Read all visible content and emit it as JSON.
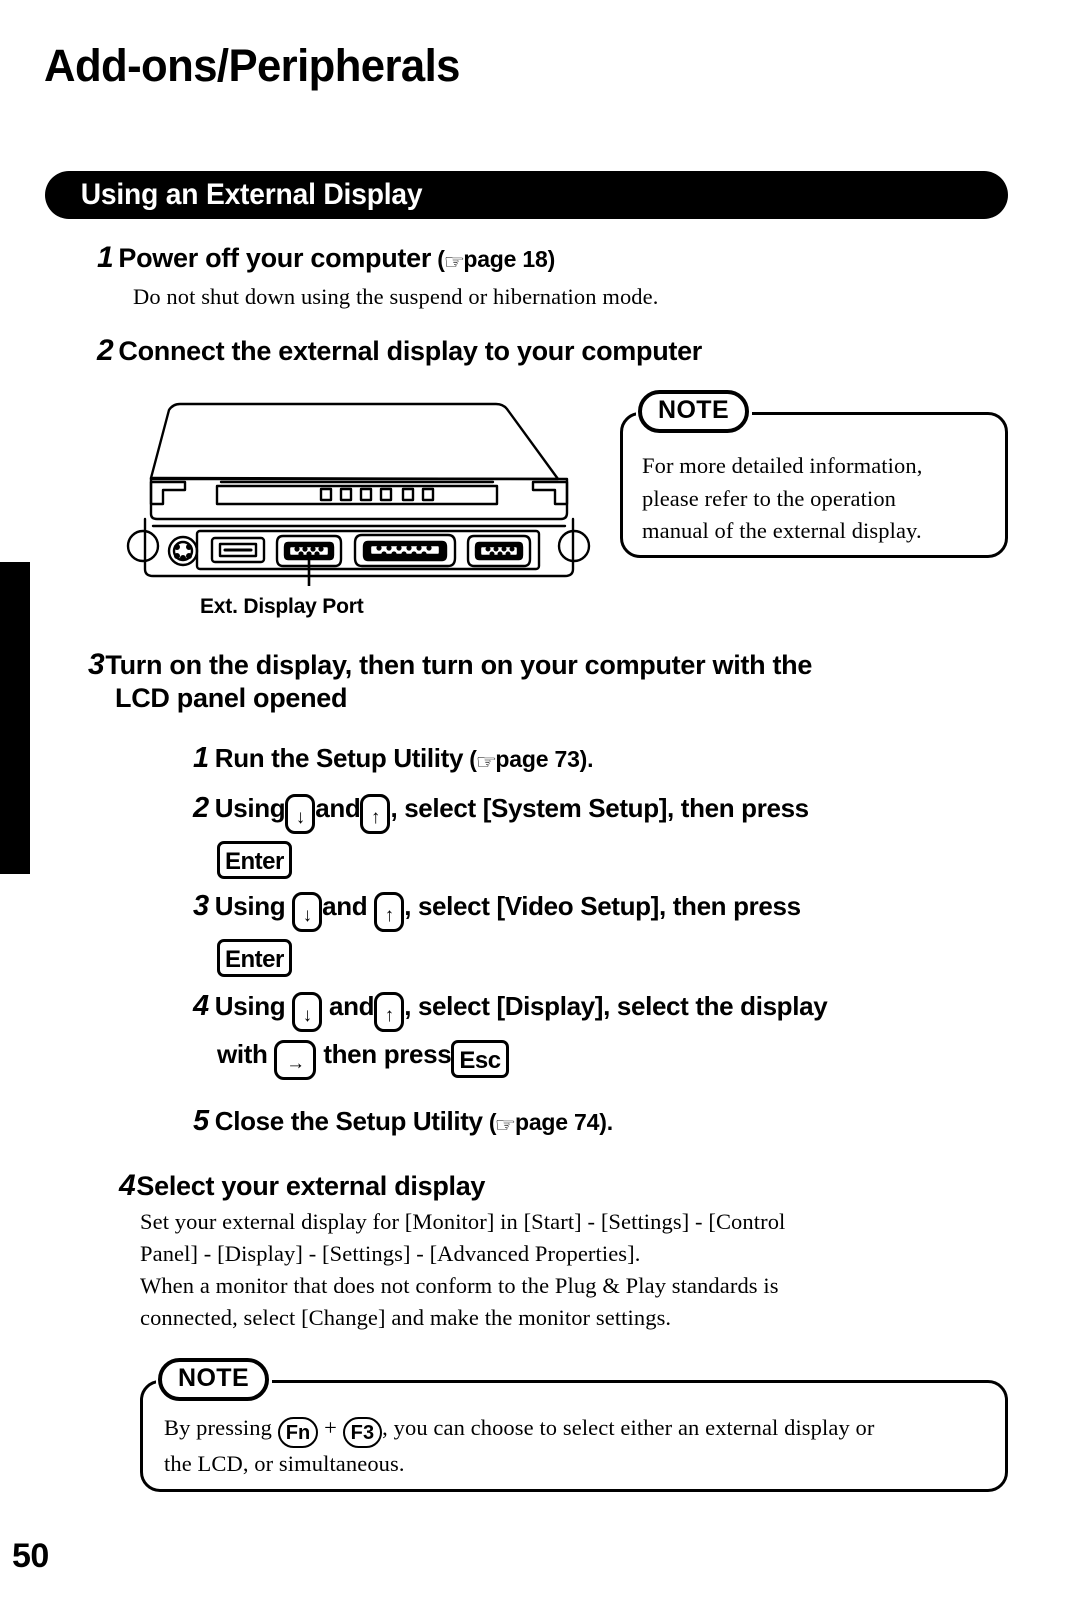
{
  "document": {
    "page_title": "Add-ons/Peripherals",
    "page_number": "50"
  },
  "section": {
    "banner_label": "Using an External Display"
  },
  "icons": {
    "hand_pointer": "☞",
    "arrow_down": "↓",
    "arrow_up": "↑",
    "arrow_right": "→"
  },
  "steps": [
    {
      "number": "1",
      "heading": "Power off your computer",
      "reference_prefix": "(",
      "reference_text": "page 18",
      "reference_suffix": ")",
      "body": "Do not shut down using the suspend or hibernation mode."
    },
    {
      "number": "2",
      "heading": "Connect the external display to your computer"
    },
    {
      "number": "3",
      "heading_line1": "Turn on the display, then turn on your computer with the",
      "heading_line2": "LCD panel opened"
    },
    {
      "number": "4",
      "heading": "Select your external display"
    }
  ],
  "substeps": [
    {
      "number": "1",
      "text_before": "Run the Setup Utility",
      "reference_prefix": "(",
      "reference_text": "page 73",
      "reference_suffix": ")."
    },
    {
      "number": "2",
      "part1": "Using",
      "key1": "↓",
      "part2": "and",
      "key2": "↑",
      "part3": ", select [System Setup], then press",
      "key3": "Enter"
    },
    {
      "number": "3",
      "part1": "Using",
      "key1": "↓",
      "part2": "and",
      "key2": "↑",
      "part3": ", select [Video Setup], then press",
      "key3": "Enter"
    },
    {
      "number": "4",
      "part1": "Using",
      "key1": "↓",
      "part2": "and",
      "key2": "↑",
      "part3": ", select [Display], select the display",
      "part4": "with",
      "key4": "→",
      "part5": "then press",
      "key5": "Esc"
    },
    {
      "number": "5",
      "text_before": "Close the Setup Utility",
      "reference_prefix": "(",
      "reference_text": "page 74",
      "reference_suffix": ")."
    }
  ],
  "diagram": {
    "caption": "Ext. Display Port",
    "alt": "rear panel of notebook computer showing external display port"
  },
  "notes": [
    {
      "label": "NOTE",
      "lines": [
        "For more detailed information,",
        "please refer to the operation",
        "manual of the external display."
      ]
    },
    {
      "label": "NOTE",
      "line1_before": "By pressing",
      "key1": "Fn",
      "line1_plus": "+",
      "key2": "F3",
      "line1_after": ", you can choose to select either an external display or",
      "line2": "the LCD, or simultaneous."
    }
  ],
  "step4_body": {
    "line1": "Set your external display for  [Monitor] in [Start] - [Settings] - [Control",
    "line2": "Panel] - [Display] - [Settings] - [Advanced Properties].",
    "line3": "When a monitor that does not conform to the Plug & Play standards is",
    "line4": "connected, select [Change] and make the monitor settings."
  }
}
